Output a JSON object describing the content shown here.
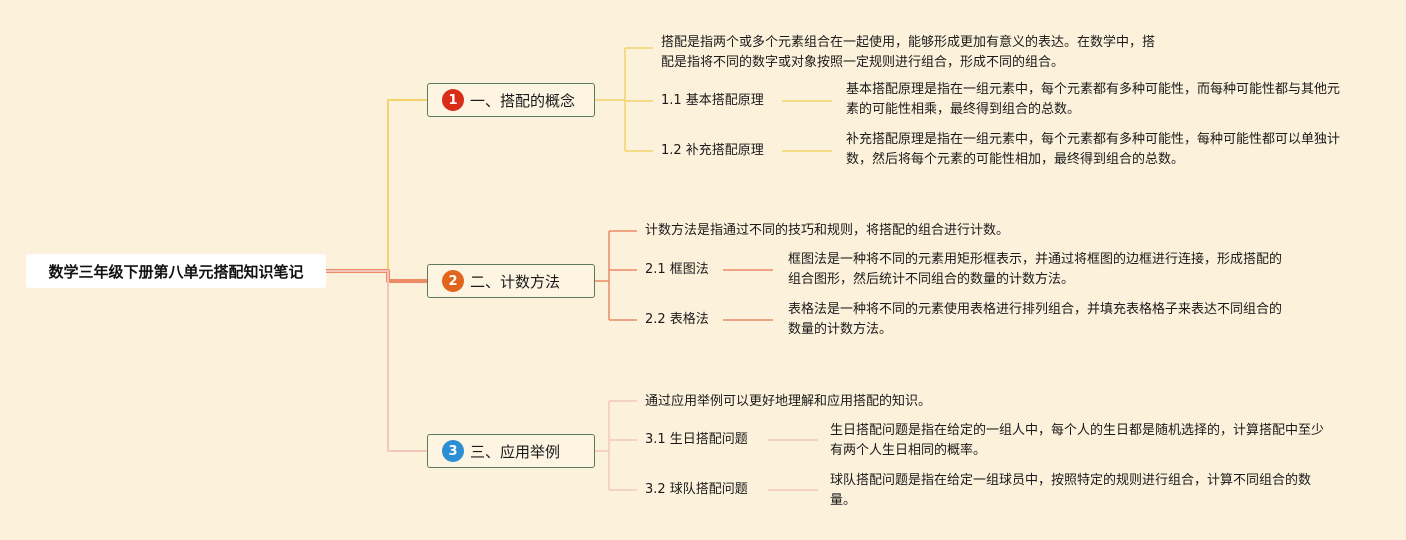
{
  "root": {
    "title": "数学三年级下册第八单元搭配知识笔记"
  },
  "branches": [
    {
      "number": "1",
      "title": "一、搭配的概念",
      "color": "#d92d18",
      "line_color": "#f5d36a",
      "intro": "搭配是指两个或多个元素组合在一起使用，能够形成更加有意义的表达。在数学中，搭配是指将不同的数字或对象按照一定规则进行组合，形成不同的组合。",
      "subs": [
        {
          "label": "1.1 基本搭配原理",
          "desc": "基本搭配原理是指在一组元素中，每个元素都有多种可能性，而每种可能性都与其他元素的可能性相乘，最终得到组合的总数。"
        },
        {
          "label": "1.2 补充搭配原理",
          "desc": "补充搭配原理是指在一组元素中，每个元素都有多种可能性，每种可能性都可以单独计数，然后将每个元素的可能性相加，最终得到组合的总数。"
        }
      ]
    },
    {
      "number": "2",
      "title": "二、计数方法",
      "color": "#e2651c",
      "line_color": "#ec8a66",
      "intro": "计数方法是指通过不同的技巧和规则，将搭配的组合进行计数。",
      "subs": [
        {
          "label": "2.1 框图法",
          "desc": "框图法是一种将不同的元素用矩形框表示，并通过将框图的边框进行连接，形成搭配的组合图形，然后统计不同组合的数量的计数方法。"
        },
        {
          "label": "2.2 表格法",
          "desc": "表格法是一种将不同的元素使用表格进行排列组合，并填充表格格子来表达不同组合的数量的计数方法。"
        }
      ]
    },
    {
      "number": "3",
      "title": "三、应用举例",
      "color": "#2c8fd4",
      "line_color": "#f4c7bd",
      "intro": "通过应用举例可以更好地理解和应用搭配的知识。",
      "subs": [
        {
          "label": "3.1 生日搭配问题",
          "desc": "生日搭配问题是指在给定的一组人中，每个人的生日都是随机选择的，计算搭配中至少有两个人生日相同的概率。"
        },
        {
          "label": "3.2 球队搭配问题",
          "desc": "球队搭配问题是指在给定一组球员中，按照特定的规则进行组合，计算不同组合的数量。"
        }
      ]
    }
  ]
}
